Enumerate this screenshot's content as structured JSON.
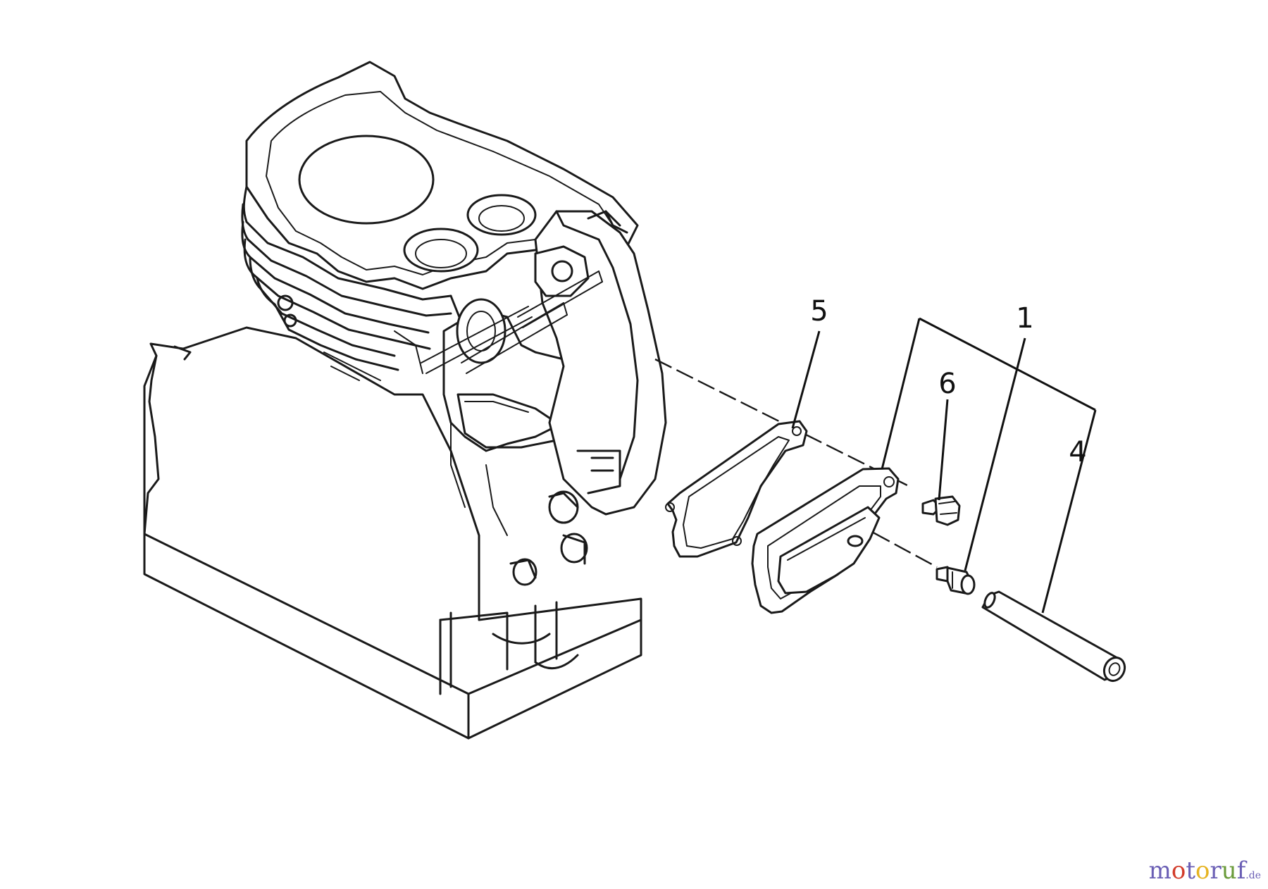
{
  "callouts": {
    "c1": "1",
    "c4": "4",
    "c5": "5",
    "c6": "6"
  },
  "watermark": {
    "text": "motoruf",
    "letters": [
      {
        "ch": "m",
        "color": "#6b5fb5"
      },
      {
        "ch": "o",
        "color": "#d23c2b"
      },
      {
        "ch": "t",
        "color": "#6b5fb5"
      },
      {
        "ch": "o",
        "color": "#e6b321"
      },
      {
        "ch": "r",
        "color": "#6b5fb5"
      },
      {
        "ch": "u",
        "color": "#6a9b3a"
      },
      {
        "ch": "f",
        "color": "#6b5fb5"
      }
    ],
    "domain": ".de"
  },
  "icons": {
    "engine_block": "engine-block-illustration",
    "gasket": "gasket-drawing",
    "breather_cover": "breather-cover-drawing",
    "screw": "screw-drawing",
    "fitting": "fitting-drawing",
    "tube": "breather-tube-drawing"
  }
}
